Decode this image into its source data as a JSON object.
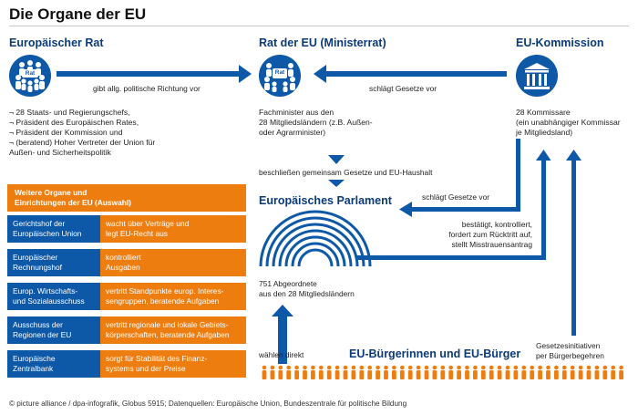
{
  "title": "Die Organe der EU",
  "rat": {
    "heading": "Europäischer Rat",
    "icon_label": "Rat",
    "members": "¬ 28 Staats- und Regierungschefs,\n¬ Präsident des Europäischen Rates,\n¬ Präsident der Kommission und\n¬ (beratend) Hoher Vertreter der Union für\n    Außen- und Sicherheitspolitik"
  },
  "ministerrat": {
    "heading": "Rat der EU (Ministerrat)",
    "icon_label": "Rat",
    "members": "Fachminister aus den\n28 Mitgliedsländern (z.B. Außen-\noder Agrarminister)"
  },
  "kommission": {
    "heading": "EU-Kommission",
    "members": "28 Kommissare\n(ein unabhängiger Kommissar\nje Mitgliedsland)"
  },
  "parlament": {
    "heading": "Europäisches Parlament",
    "members": "751 Abgeordnete\naus den 28 Mitgliedsländern"
  },
  "buerger": {
    "heading": "EU-Bürgerinnen und EU-Bürger"
  },
  "flows": {
    "rat_to_ministerrat": "gibt allg. politische Richtung vor",
    "kommission_to_ministerrat": "schlägt Gesetze vor",
    "joint_decision": "beschließen gemeinsam Gesetze und EU-Haushalt",
    "kommission_to_parlament": "schlägt Gesetze vor",
    "parlament_to_kommission": "bestätigt, kontrolliert,\nfordert zum Rücktritt auf,\nstellt Misstrauensantrag",
    "buerger_to_parlament": "wählen direkt",
    "buerger_to_kommission": "Gesetzesinitiativen\nper Bürgerbegehren"
  },
  "weitere_organe": {
    "header": "Weitere Organe und\nEinrichtungen der EU (Auswahl)",
    "rows": [
      {
        "name": "Gerichtshof der\nEuropäischen Union",
        "desc": "wacht über Verträge und\nlegt EU-Recht aus"
      },
      {
        "name": "Europäischer\nRechnungshof",
        "desc": "kontrolliert\nAusgaben"
      },
      {
        "name": "Europ. Wirtschafts-\nund Sozialausschuss",
        "desc": "vertritt Standpunkte europ. Interes-\nsengruppen, beratende Aufgaben"
      },
      {
        "name": "Ausschuss der\nRegionen der EU",
        "desc": "vertritt regionale und lokale Gebiets-\nkörperschaften, beratende Aufgaben"
      },
      {
        "name": "Europäische\nZentralbank",
        "desc": "sorgt für Stabilität des Finanz-\nsystems und der Preise"
      }
    ]
  },
  "footer": "© picture alliance / dpa-infografik, Globus 5915; Datenquellen: Europäische Union, Bundeszentrale für politische Bildung",
  "colors": {
    "blue": "#0e58a8",
    "dark_blue": "#0b3b78",
    "orange": "#ee7d10"
  },
  "icons": [
    "people-group-icon",
    "people-group-icon",
    "temple-icon",
    "parliament-arc-icon",
    "citizen-icon"
  ]
}
